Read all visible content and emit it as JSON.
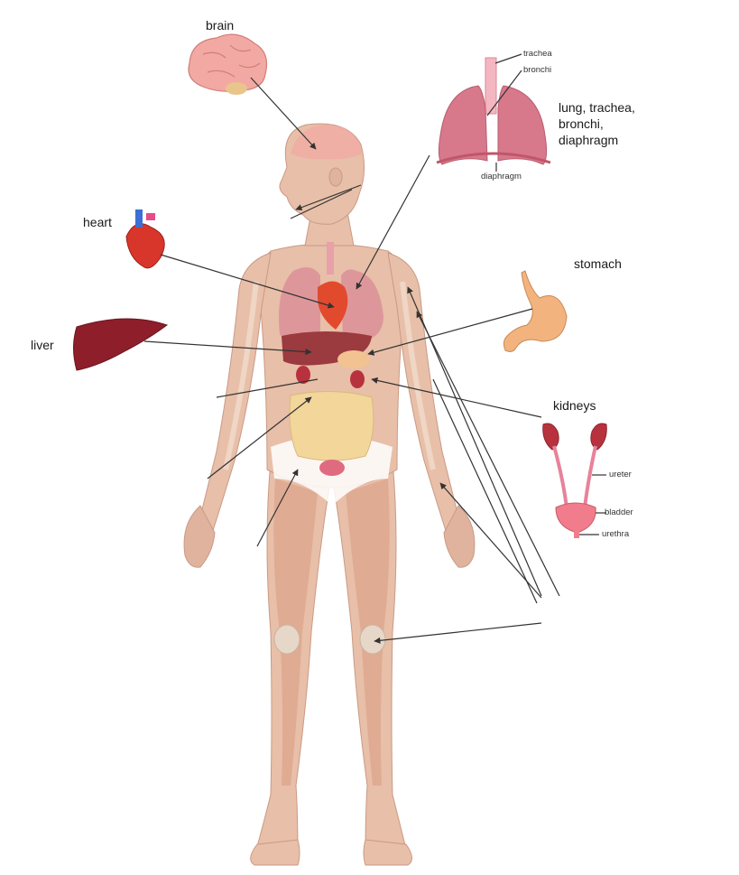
{
  "labels": {
    "brain": "brain",
    "heart": "heart",
    "liver": "liver",
    "stomach": "stomach",
    "kidneys": "kidneys",
    "lung_group": "lung, trachea,\nbronchi,\ndiaphragm",
    "trachea": "trachea",
    "bronchi": "bronchi",
    "diaphragm": "diaphragm",
    "ureter": "ureter",
    "bladder": "bladder",
    "urethra": "urethra"
  },
  "colors": {
    "skin": "#e8bfa8",
    "muscle": "#d99a82",
    "lung": "#d98a97",
    "heart": "#d8362a",
    "liver": "#8e1e2a",
    "stomach": "#f2b37e",
    "kidney": "#b8323e",
    "intestine": "#f2d69a",
    "bladder": "#f07c8c",
    "brain": "#f2a9a3",
    "pointer": "#333333"
  }
}
